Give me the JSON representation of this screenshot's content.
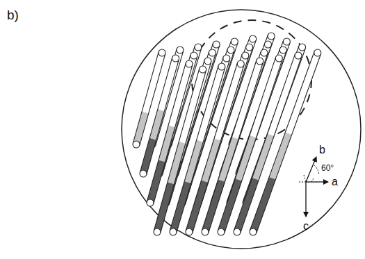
{
  "diagram": {
    "labels": [
      "b)",
      "b",
      "60°",
      "a",
      "c"
    ]
  }
}
